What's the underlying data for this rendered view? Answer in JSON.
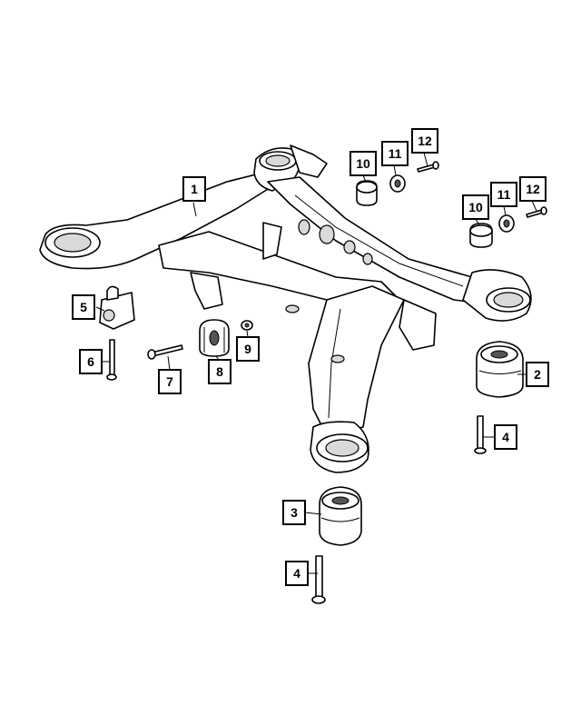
{
  "diagram": {
    "callouts": [
      {
        "id": "c1",
        "label": "1"
      },
      {
        "id": "c2",
        "label": "2"
      },
      {
        "id": "c3",
        "label": "3"
      },
      {
        "id": "c4a",
        "label": "4"
      },
      {
        "id": "c4b",
        "label": "4"
      },
      {
        "id": "c5",
        "label": "5"
      },
      {
        "id": "c6",
        "label": "6"
      },
      {
        "id": "c7",
        "label": "7"
      },
      {
        "id": "c8",
        "label": "8"
      },
      {
        "id": "c9",
        "label": "9"
      },
      {
        "id": "c10a",
        "label": "10"
      },
      {
        "id": "c11a",
        "label": "11"
      },
      {
        "id": "c12a",
        "label": "12"
      },
      {
        "id": "c10b",
        "label": "10"
      },
      {
        "id": "c11b",
        "label": "11"
      },
      {
        "id": "c12b",
        "label": "12"
      }
    ]
  }
}
